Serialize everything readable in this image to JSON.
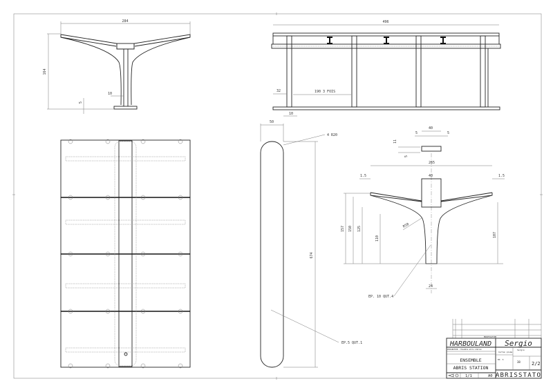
{
  "side_view": {
    "width": "284",
    "height": "164",
    "post": "10",
    "base": "5"
  },
  "front_view": {
    "length": "496",
    "overhang": "32",
    "spacing": "190 3 FOIS",
    "post_width": "10"
  },
  "panel": {
    "width": "50",
    "radius": "4 R20",
    "length": "674",
    "note": "EP.5   QUT.1"
  },
  "section": {
    "plate_width": "40",
    "plate_left": "5",
    "plate_right": "5",
    "plate_h1": "11",
    "plate_h2": "5",
    "span": "265",
    "edge_left": "1.5",
    "edge_right": "1.5",
    "slot": "40",
    "h157": "157",
    "h150": "150",
    "h125": "125",
    "h110": "110",
    "h107": "107",
    "radius": "R50",
    "post": "24",
    "note": "EP. 10   QUT.4"
  },
  "title_block": {
    "company": "HARBOULAND",
    "author": "Sergio",
    "subtitle_line": "DESIGNATION : Ensemble abris station",
    "title_1": "ENSEMBLE",
    "title_2": "ABRIS STATION",
    "scale": "1/1",
    "format": "A0",
    "material": "Carton plume",
    "thickness": "EP. 5",
    "drawn_by": "Sergio",
    "quantity": "38",
    "sheet": "2/2",
    "project": "ABRISSTATO",
    "rev_header": "MODIFICATION"
  }
}
